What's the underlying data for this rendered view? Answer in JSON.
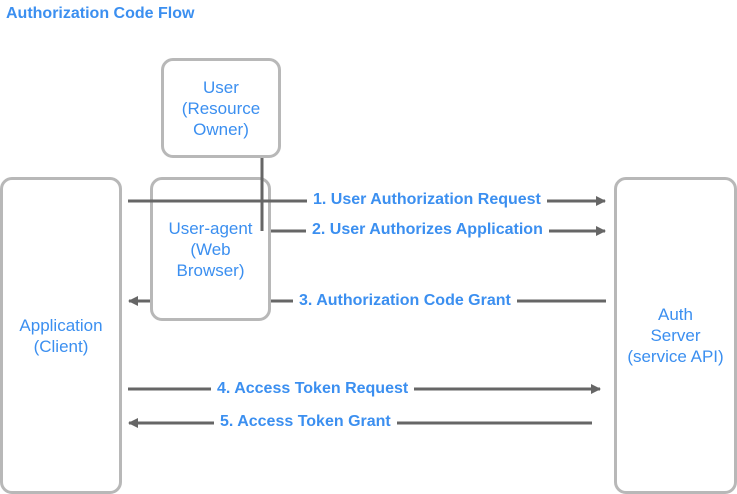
{
  "title": "Authorization Code Flow",
  "nodes": {
    "user": "User\n(Resource\nOwner)",
    "user_agent": "User-agent\n(Web\nBrowser)",
    "application": "Application\n(Client)",
    "auth_server": "Auth\nServer\n(service API)"
  },
  "steps": [
    {
      "label": "1. User Authorization Request"
    },
    {
      "label": "2. User Authorizes Application"
    },
    {
      "label": "3. Authorization Code Grant"
    },
    {
      "label": "4. Access Token Request"
    },
    {
      "label": "5. Access Token Grant"
    }
  ],
  "colors": {
    "text_accent": "#3b8ff0",
    "node_border": "#b8b8b8",
    "arrow": "#666666"
  }
}
